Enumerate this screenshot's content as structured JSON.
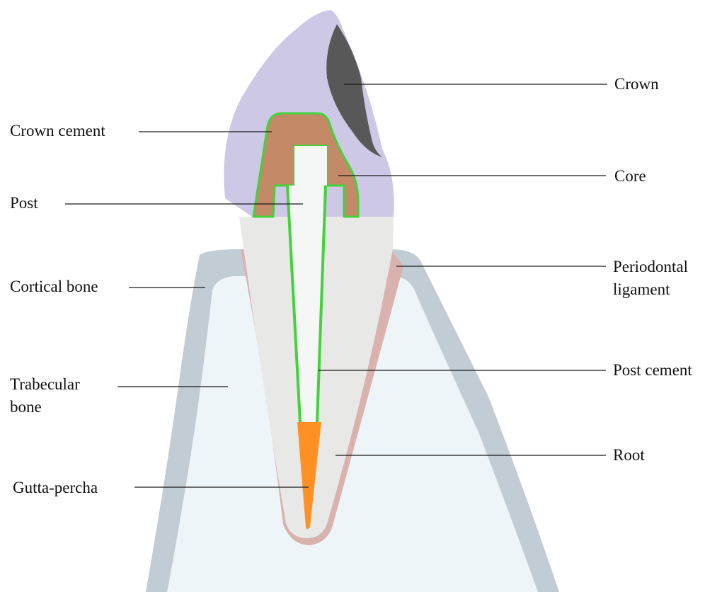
{
  "labels": {
    "crown": "Crown",
    "crown_cement": "Crown cement",
    "core": "Core",
    "post": "Post",
    "periodontal_line1": "Periodontal",
    "periodontal_line2": "ligament",
    "cortical_bone": "Cortical bone",
    "post_cement": "Post cement",
    "trabecular_line1": "Trabecular",
    "trabecular_line2": "bone",
    "root": "Root",
    "gutta_percha": "Gutta-percha"
  },
  "colors": {
    "cortical_bone": "#c2ccd4",
    "trabecular_bone": "#eef5f8",
    "periodontal_ligament": "#d9b1ad",
    "root": "#e8e8e6",
    "crown": "#cdc8e6",
    "crown_facet": "#585858",
    "core": "#c48966",
    "post": "#f4f7f6",
    "cement": "#44d23a",
    "gutta_percha": "#ff9124",
    "leader": "#1a1a1a"
  }
}
